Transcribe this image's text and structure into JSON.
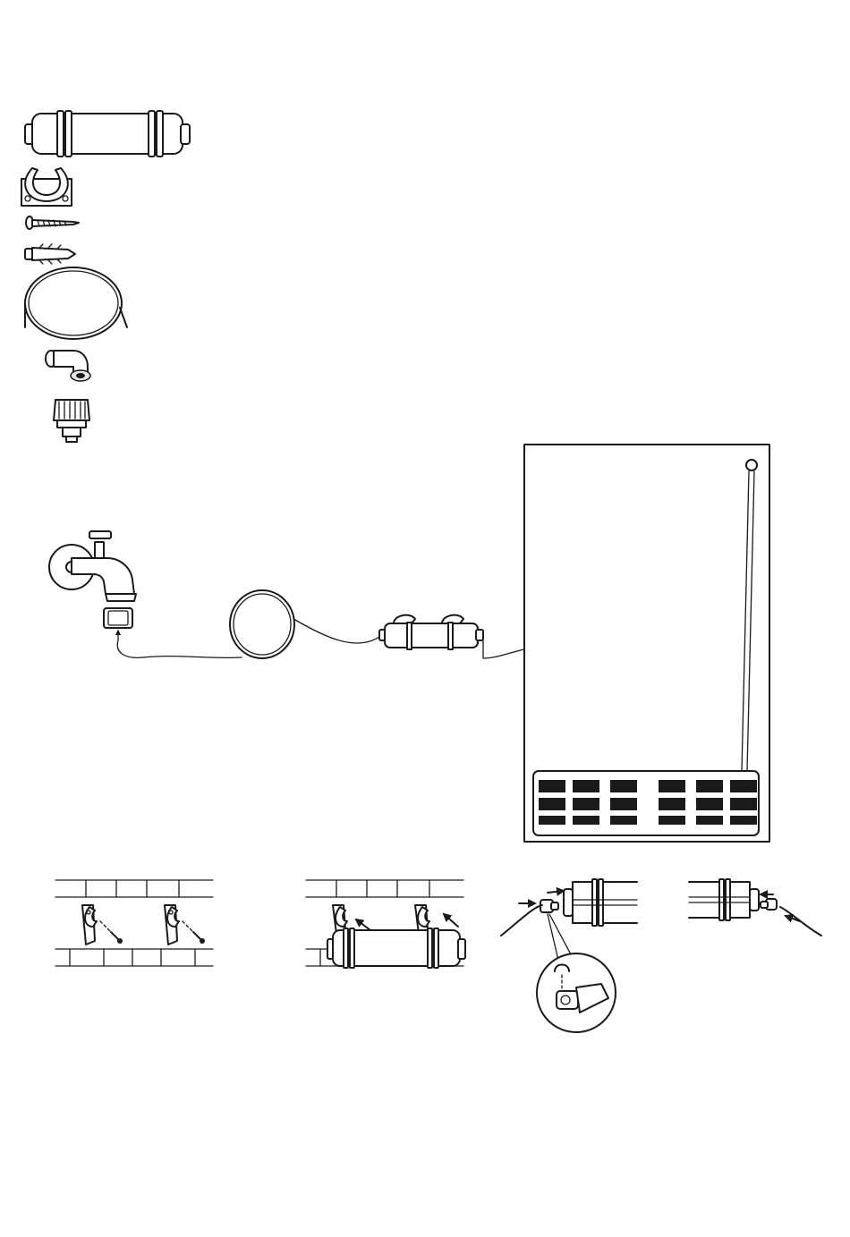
{
  "colors": {
    "line": "#1a1a1a",
    "paper": "#ffffff",
    "shade": "#e6e6e6"
  },
  "parts_list": [
    {
      "name": "filter-cartridge-icon"
    },
    {
      "name": "mounting-clip-icon"
    },
    {
      "name": "screw-icon"
    },
    {
      "name": "wall-plug-icon"
    },
    {
      "name": "tubing-coil-icon"
    },
    {
      "name": "elbow-connector-icon"
    },
    {
      "name": "tap-adapter-icon"
    }
  ],
  "overview": {
    "components": [
      "tap-icon",
      "tap-adapter-icon",
      "tubing-coil-icon",
      "filter-cartridge-icon",
      "refrigerator-icon"
    ]
  },
  "steps": [
    {
      "name": "step-mount-clips"
    },
    {
      "name": "step-attach-cartridge"
    },
    {
      "name": "step-connect-inlet"
    },
    {
      "name": "step-connect-outlet"
    }
  ]
}
